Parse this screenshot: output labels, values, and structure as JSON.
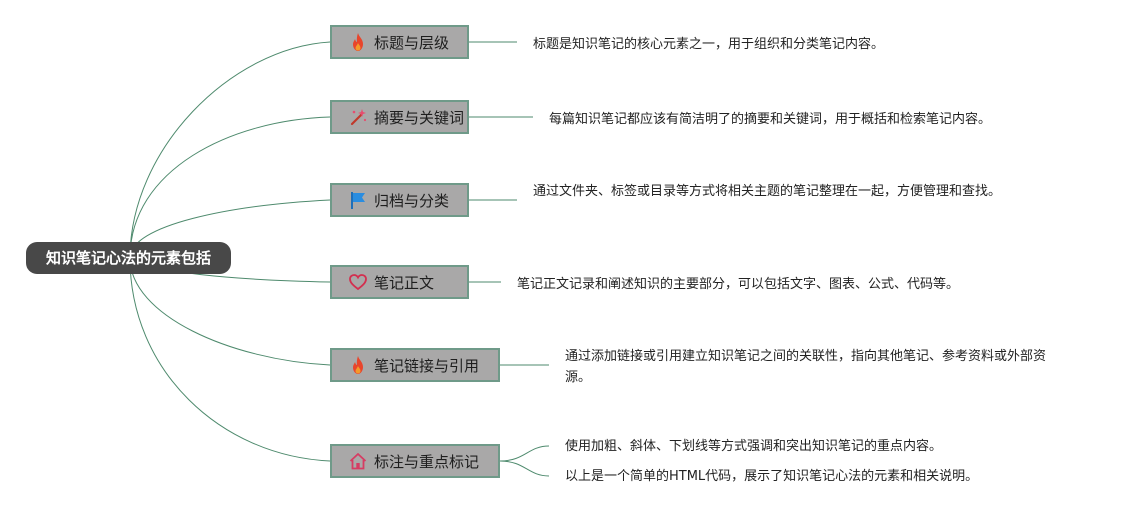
{
  "root": {
    "label": "知识笔记心法的元素包括"
  },
  "topics": [
    {
      "label": "标题与层级",
      "icon": "fire-icon",
      "notes": [
        "标题是知识笔记的核心元素之一，用于组织和分类笔记内容。"
      ]
    },
    {
      "label": "摘要与关键词",
      "icon": "magic-wand-icon",
      "notes": [
        "每篇知识笔记都应该有简洁明了的摘要和关键词，用于概括和检索笔记内容。"
      ]
    },
    {
      "label": "归档与分类",
      "icon": "flag-icon",
      "notes": [
        "通过文件夹、标签或目录等方式将相关主题的笔记整理在一起，方便管理和查找。"
      ]
    },
    {
      "label": "笔记正文",
      "icon": "heart-icon",
      "notes": [
        "笔记正文记录和阐述知识的主要部分，可以包括文字、图表、公式、代码等。"
      ]
    },
    {
      "label": "笔记链接与引用",
      "icon": "fire-icon",
      "notes": [
        "通过添加链接或引用建立知识笔记之间的关联性，指向其他笔记、参考资料或外部资源。"
      ]
    },
    {
      "label": "标注与重点标记",
      "icon": "home-icon",
      "notes": [
        "使用加粗、斜体、下划线等方式强调和突出知识笔记的重点内容。",
        "以上是一个简单的HTML代码，展示了知识笔记心法的元素和相关说明。"
      ]
    }
  ],
  "colors": {
    "root_bg": "#484848",
    "topic_bg": "#a9a8a8",
    "topic_border": "#6f9a89",
    "line": "#4e8a6d"
  }
}
